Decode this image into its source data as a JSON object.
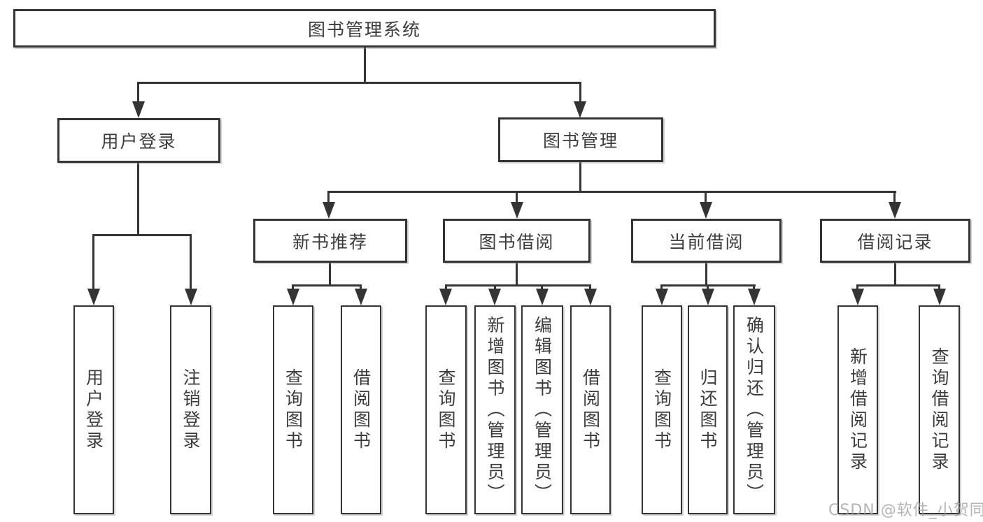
{
  "diagram_type": "hierarchy-tree",
  "tree": {
    "label": "图书管理系统",
    "children": [
      {
        "label": "用户登录",
        "children": [
          {
            "label": "用户登录"
          },
          {
            "label": "注销登录"
          }
        ]
      },
      {
        "label": "图书管理",
        "children": [
          {
            "label": "新书推荐",
            "children": [
              {
                "label": "查询图书"
              },
              {
                "label": "借阅图书"
              }
            ]
          },
          {
            "label": "图书借阅",
            "children": [
              {
                "label": "查询图书"
              },
              {
                "label": "新增图书（管理员）"
              },
              {
                "label": "编辑图书（管理员）"
              },
              {
                "label": "借阅图书"
              }
            ]
          },
          {
            "label": "当前借阅",
            "children": [
              {
                "label": "查询图书"
              },
              {
                "label": "归还图书"
              },
              {
                "label": "确认归还（管理员）"
              }
            ]
          },
          {
            "label": "借阅记录",
            "children": [
              {
                "label": "新增借阅记录"
              },
              {
                "label": "查询借阅记录"
              }
            ]
          }
        ]
      }
    ]
  },
  "watermark": {
    "text": "CSDN @软件_小贺同学"
  },
  "colors": {
    "line": "#343434",
    "box_border": "#343434",
    "text": "#3c3c3c",
    "watermark": "#9f9f9f",
    "background": "#ffffff"
  }
}
